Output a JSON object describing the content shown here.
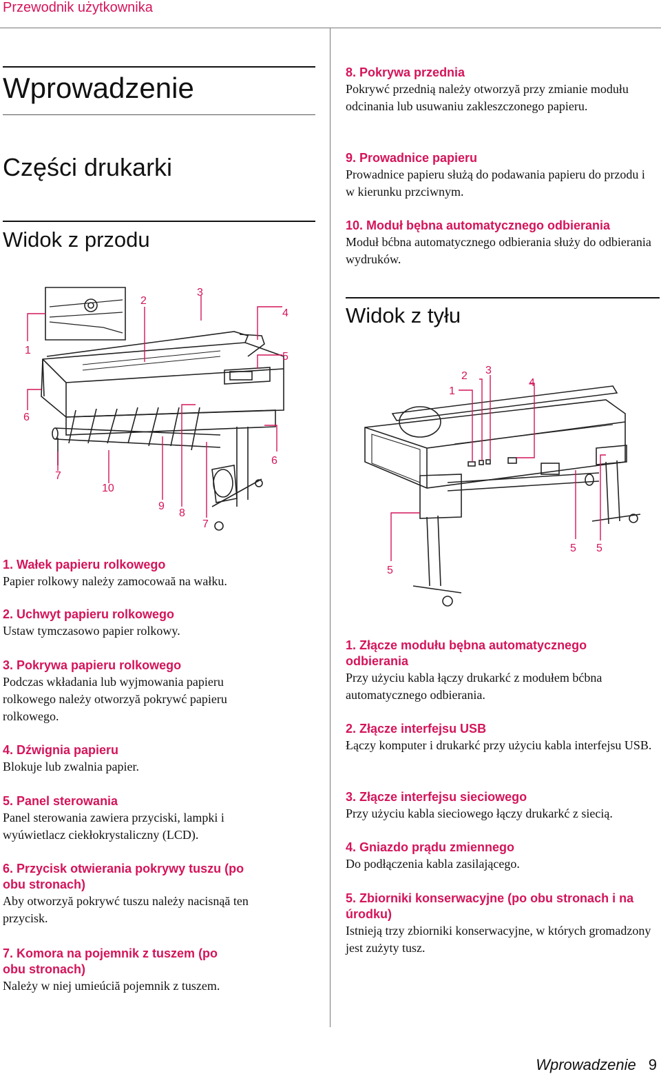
{
  "header": {
    "title": "Przewodnik użytkownika"
  },
  "headings": {
    "chapter": "Wprowadzenie",
    "section": "Części drukarki",
    "front": "Widok z przodu",
    "back": "Widok z tyłu"
  },
  "front_callouts": {
    "c1": "1",
    "c2": "2",
    "c3": "3",
    "c4": "4",
    "c5": "5",
    "c6a": "6",
    "c6b": "6",
    "c7a": "7",
    "c7b": "7",
    "c8": "8",
    "c9": "9",
    "c10": "10"
  },
  "back_callouts": {
    "c1": "1",
    "c2": "2",
    "c3": "3",
    "c4": "4",
    "c5a": "5",
    "c5b": "5",
    "c5c": "5"
  },
  "front_items_left": [
    {
      "title": "1. Wałek papieru rolkowego",
      "desc": "Papier rolkowy należy zamocowaă na wałku."
    },
    {
      "title": "2. Uchwyt papieru rolkowego",
      "desc": "Ustaw tymczasowo papier rolkowy."
    },
    {
      "title": "3. Pokrywa papieru rolkowego",
      "desc": "Podczas wkładania lub wyjmowania papieru rolkowego należy otworzyă pokrywć papieru rolkowego."
    },
    {
      "title": "4. Dźwignia papieru",
      "desc": "Blokuje lub zwalnia papier."
    },
    {
      "title": "5. Panel sterowania",
      "desc": "Panel sterowania zawiera przyciski, lampki i wyúwietlacz ciekłokrystaliczny (LCD)."
    },
    {
      "title": "6. Przycisk otwierania pokrywy tuszu (po obu stronach)",
      "desc": "Aby otworzyă pokrywć tuszu należy nacisnąă ten przycisk."
    },
    {
      "title": "7. Komora na pojemnik z tuszem (po obu stronach)",
      "desc": "Należy w niej umieúciă pojemnik z tuszem."
    }
  ],
  "front_items_right": [
    {
      "title": "8. Pokrywa przednia",
      "desc": "Pokrywć przednią należy otworzyă przy zmianie modułu odcinania lub usuwaniu zakleszczonego papieru."
    },
    {
      "title": "9. Prowadnice papieru",
      "desc": "Prowadnice papieru służą do podawania papieru do przodu i w kierunku przciwnym."
    },
    {
      "title": "10. Moduł bębna automatycznego odbierania",
      "desc": "Moduł bćbna automatycznego odbierania służy do odbierania wydruków."
    }
  ],
  "back_items": [
    {
      "title": "1. Złącze modułu bębna automatycznego odbierania",
      "desc": "Przy użyciu kabla łączy drukarkć z modułem bćbna automatycznego odbierania."
    },
    {
      "title": "2. Złącze interfejsu USB",
      "desc": "Łączy komputer i drukarkć przy użyciu kabla interfejsu USB."
    },
    {
      "title": "3. Złącze interfejsu sieciowego",
      "desc": "Przy użyciu kabla sieciowego łączy drukarkć z siecią."
    },
    {
      "title": "4. Gniazdo prądu zmiennego",
      "desc": "Do podłączenia kabla zasilającego."
    },
    {
      "title": "5. Zbiorniki konserwacyjne (po obu stronach i na úrodku)",
      "desc": "Istnieją trzy zbiorniki konserwacyjne, w których gromadzony jest zużyty tusz."
    }
  ],
  "footer": {
    "section": "Wprowadzenie",
    "page": "9"
  },
  "colors": {
    "accent": "#d4145a",
    "text": "#111111",
    "rule": "#777777"
  }
}
